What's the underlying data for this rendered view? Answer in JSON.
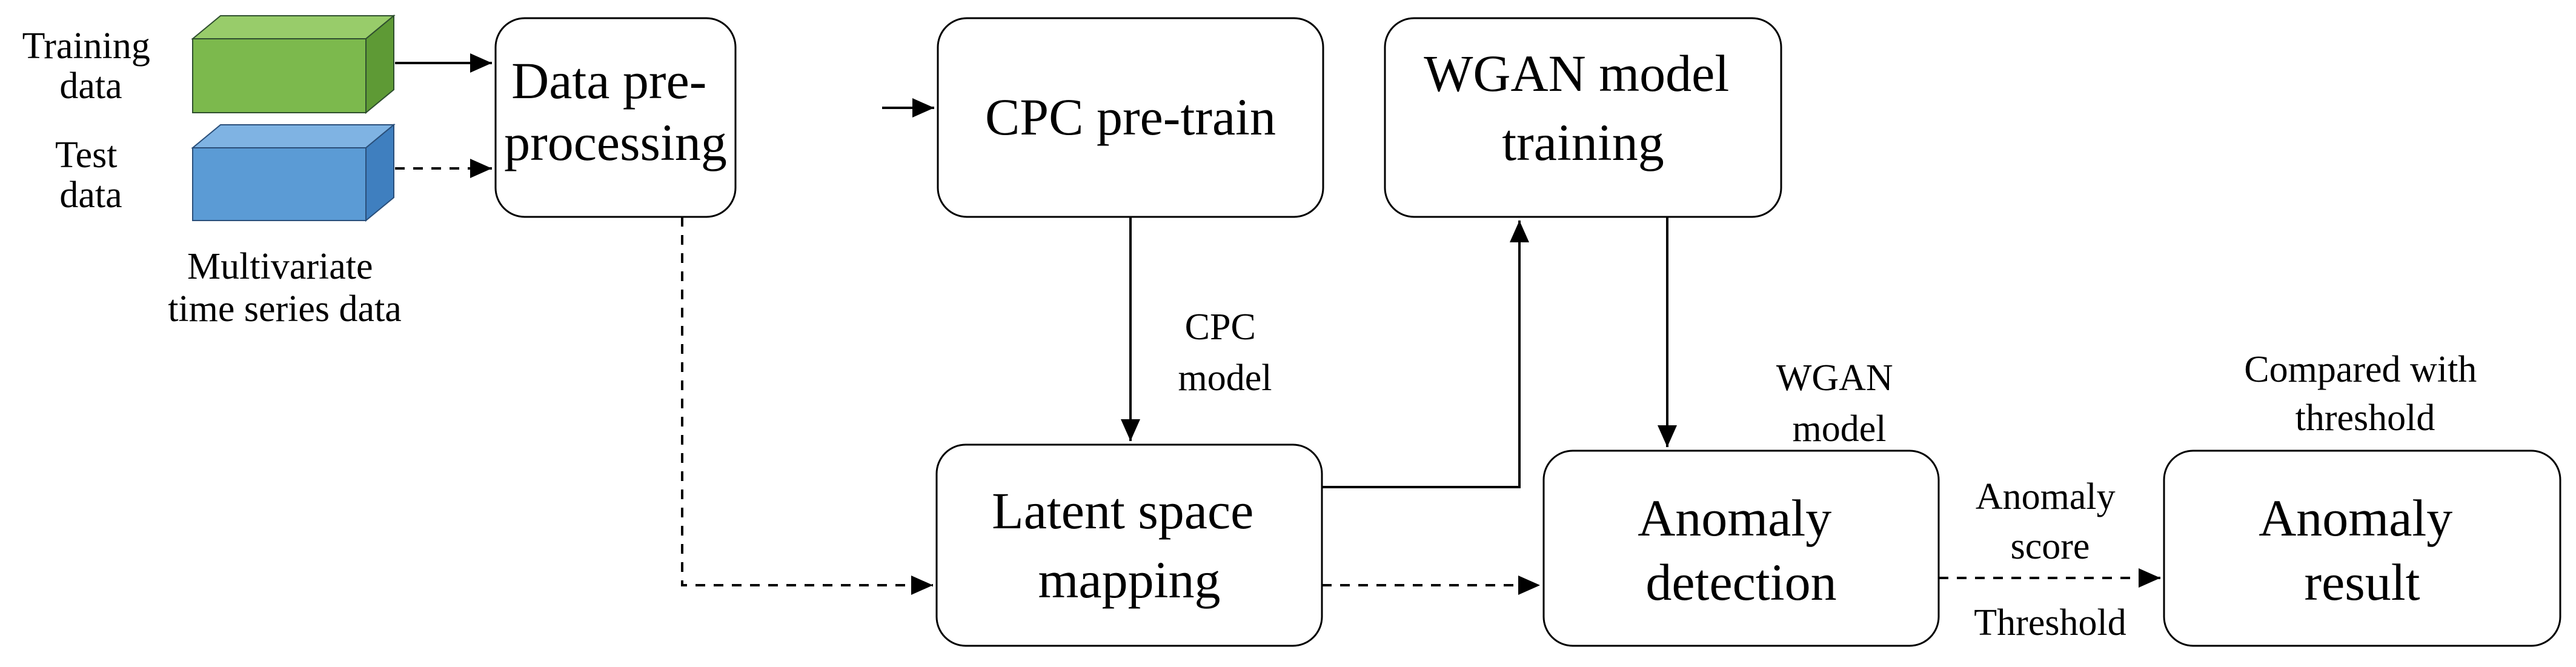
{
  "colors": {
    "training_block_front": "#7cb94d",
    "training_block_top": "#98cc6a",
    "training_block_side": "#5e9a35",
    "test_block_front": "#5b9bd5",
    "test_block_top": "#7fb3e3",
    "test_block_side": "#3f7fbf",
    "line": "#000000"
  },
  "inputs": {
    "training_label": [
      "Training",
      "data"
    ],
    "test_label": [
      "Test",
      "data"
    ],
    "caption": [
      "Multivariate",
      "time series data"
    ]
  },
  "nodes": {
    "preprocessing": [
      "Data pre-",
      "processing"
    ],
    "cpc_pretrain": [
      "CPC pre-train"
    ],
    "wgan_training": [
      "WGAN model",
      "training"
    ],
    "latent_mapping": [
      "Latent space",
      "mapping"
    ],
    "anomaly_detection": [
      "Anomaly",
      "detection"
    ],
    "anomaly_result": [
      "Anomaly",
      "result"
    ]
  },
  "edge_labels": {
    "cpc_model": [
      "CPC",
      "model"
    ],
    "wgan_model": [
      "WGAN",
      "model"
    ],
    "compared_threshold": [
      "Compared with",
      "threshold"
    ],
    "anomaly_score": [
      "Anomaly",
      "score"
    ],
    "threshold": [
      "Threshold"
    ]
  }
}
